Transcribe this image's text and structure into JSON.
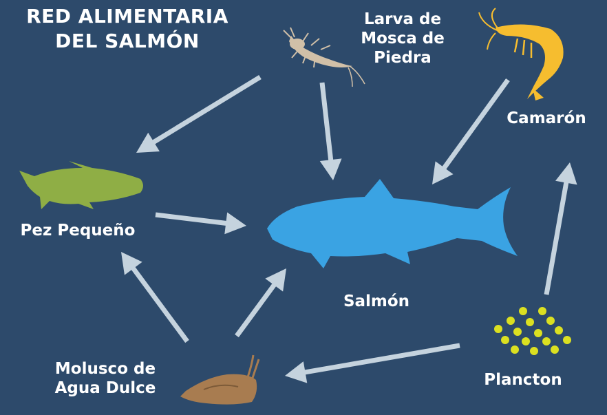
{
  "title": {
    "line1": "RED ALIMENTARIA",
    "line2": "DEL SALMÓN"
  },
  "colors": {
    "background": "#2d4a6b",
    "arrow": "#c5d3de",
    "salmon": "#3aa3e3",
    "small_fish": "#8fae45",
    "shrimp": "#f6bd2f",
    "plankton": "#dbe021",
    "snail": "#a87c50",
    "larva": "#d1c0a8"
  },
  "nodes": {
    "larva": {
      "line1": "Larva de",
      "line2": "Mosca de",
      "line3": "Piedra"
    },
    "camaron": {
      "label": "Camarón"
    },
    "pez": {
      "label": "Pez Pequeño"
    },
    "salmon": {
      "label": "Salmón"
    },
    "molusco": {
      "line1": "Molusco de",
      "line2": "Agua Dulce"
    },
    "plancton": {
      "label": "Plancton"
    }
  },
  "links": [
    {
      "from": "Larva de Mosca de Piedra",
      "to": "Pez Pequeño"
    },
    {
      "from": "Larva de Mosca de Piedra",
      "to": "Salmón"
    },
    {
      "from": "Camarón",
      "to": "Salmón"
    },
    {
      "from": "Pez Pequeño",
      "to": "Salmón"
    },
    {
      "from": "Molusco de Agua Dulce",
      "to": "Pez Pequeño"
    },
    {
      "from": "Molusco de Agua Dulce",
      "to": "Salmón"
    },
    {
      "from": "Plancton",
      "to": "Camarón"
    },
    {
      "from": "Plancton",
      "to": "Molusco de Agua Dulce"
    }
  ]
}
